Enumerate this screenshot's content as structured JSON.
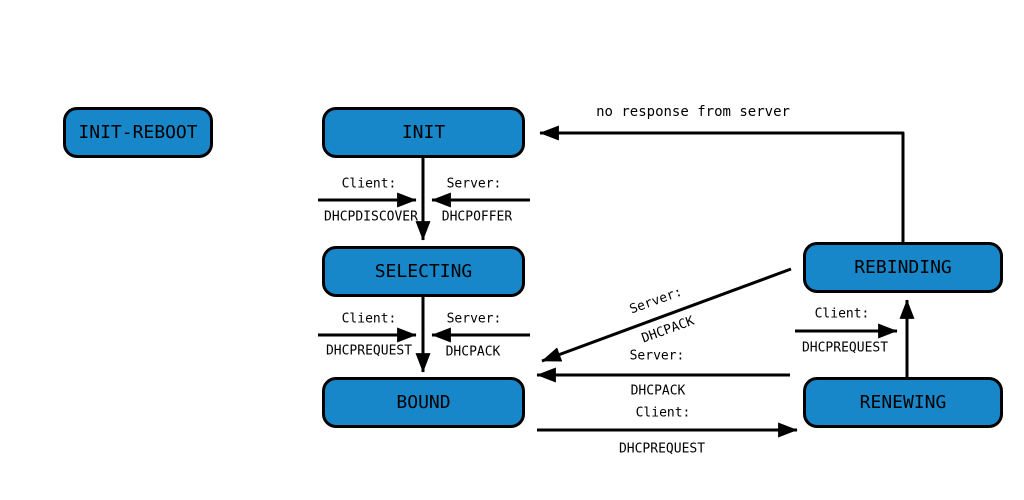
{
  "colors": {
    "state_fill": "#1787c9",
    "state_border": "#000000",
    "line": "#000000",
    "background": "#ffffff"
  },
  "states": {
    "init_reboot": {
      "label": "INIT-REBOOT"
    },
    "init": {
      "label": "INIT"
    },
    "selecting": {
      "label": "SELECTING"
    },
    "bound": {
      "label": "BOUND"
    },
    "rebinding": {
      "label": "REBINDING"
    },
    "renewing": {
      "label": "RENEWING"
    }
  },
  "edges": {
    "init_to_selecting": {
      "client_role": "Client:",
      "client_message": "DHCPDISCOVER",
      "server_role": "Server:",
      "server_message": "DHCPOFFER"
    },
    "selecting_to_bound": {
      "client_role": "Client:",
      "client_message": "DHCPREQUEST",
      "server_role": "Server:",
      "server_message": "DHCPACK"
    },
    "rebinding_to_init": {
      "label": "no response from server"
    },
    "rebinding_to_bound": {
      "role": "Server:",
      "message": "DHCPACK"
    },
    "renewing_to_bound": {
      "role": "Server:",
      "message": "DHCPACK"
    },
    "bound_to_renewing": {
      "role": "Client:",
      "message": "DHCPREQUEST"
    },
    "renewing_to_rebinding": {
      "role": "Client:",
      "message": "DHCPREQUEST"
    }
  }
}
